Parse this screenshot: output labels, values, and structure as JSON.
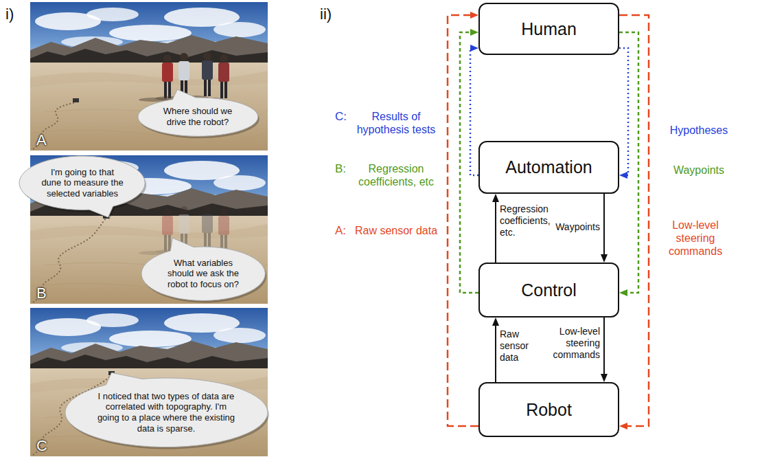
{
  "diagram": {
    "nodes": [
      {
        "text": [
          "A"
        ]
      },
      {
        "text": [
          "Where should we drive the robot?"
        ],
        "in": 0
      },
      {
        "text": [
          "B"
        ]
      },
      {
        "text": [
          "I'm going to that dune to measure the selected variables"
        ],
        "in": 2
      },
      {
        "text": [
          "What variables should we ask the robot to focus on?"
        ],
        "in": 2
      },
      {
        "text": [
          "C"
        ]
      },
      {
        "text": [
          "I noticed that two types of data are correlated with topography. I'm going to a place where the existing data is sparse."
        ],
        "in": 5
      },
      {
        "text": [
          "Human"
        ]
      },
      {
        "text": [
          "Automation"
        ]
      },
      {
        "text": [
          "Control"
        ]
      },
      {
        "text": [
          "Robot"
        ]
      }
    ],
    "edges": [
      {
        "from": 8,
        "to": 9,
        "arrow": "to",
        "label": "Waypoints"
      },
      {
        "from": 9,
        "to": 8,
        "arrow": "to",
        "label": "Regression coefficients, etc."
      },
      {
        "from": 9,
        "to": 10,
        "arrow": "to",
        "label": "Low-level steering commands"
      },
      {
        "from": 10,
        "to": 9,
        "arrow": "to",
        "label": "Raw sensor data"
      },
      {
        "from": 7,
        "to": 8,
        "arrow": "to"
      },
      {
        "from": 8,
        "to": 7,
        "arrow": "to"
      },
      {
        "from": 7,
        "to": 9,
        "arrow": "to"
      },
      {
        "from": 9,
        "to": 7,
        "arrow": "to"
      },
      {
        "from": 7,
        "to": 10,
        "arrow": "to"
      },
      {
        "from": 10,
        "to": 7,
        "arrow": "to"
      }
    ],
    "labels": [
      "i)",
      "ii)",
      "C:",
      "Results of hypothesis tests",
      "B:",
      "Regression coefficients, etc",
      "A:",
      "Raw sensor data",
      "Hypotheses",
      "Waypoints",
      "Low-level steering commands"
    ]
  }
}
